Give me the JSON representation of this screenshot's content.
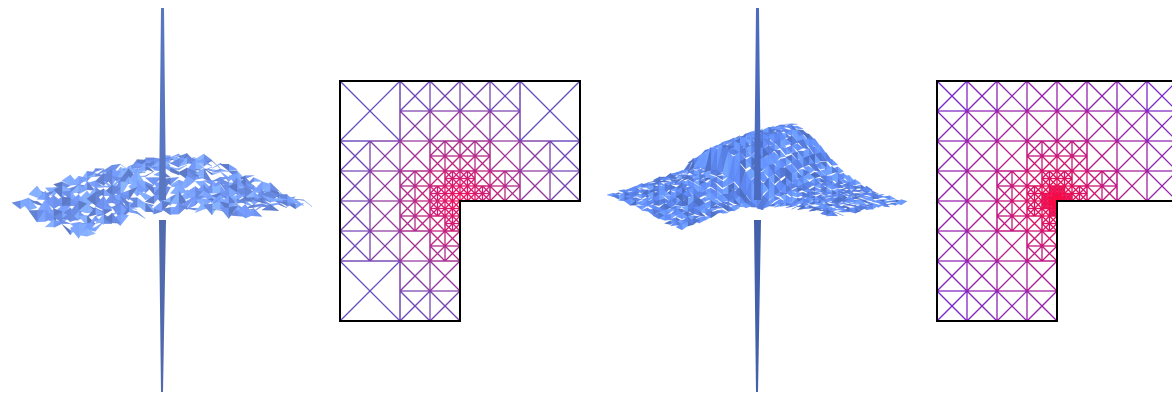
{
  "figure": {
    "panels": [
      {
        "name": "solution-surface-coarse",
        "kind": "surface",
        "surface_color": "#6f93f0",
        "facet_shading": "irregular"
      },
      {
        "name": "l-shaped-mesh-coarse",
        "kind": "mesh",
        "domain": "L-shape",
        "base_level": 2,
        "refinement_levels": 3,
        "refinement_center": "reentrant-corner",
        "edge_color_near": "#ff0a55",
        "edge_color_far": "#3c5dd8"
      },
      {
        "name": "solution-surface-fine",
        "kind": "surface",
        "surface_color": "#5d86ee",
        "facet_shading": "regular"
      },
      {
        "name": "l-shaped-mesh-fine",
        "kind": "mesh",
        "domain": "L-shape",
        "base_level": 3,
        "refinement_levels": 4,
        "refinement_center": "reentrant-corner",
        "edge_color_near": "#ff0a3c",
        "edge_color_far": "#6b2bdc"
      }
    ],
    "boundary_color": "#000000"
  }
}
